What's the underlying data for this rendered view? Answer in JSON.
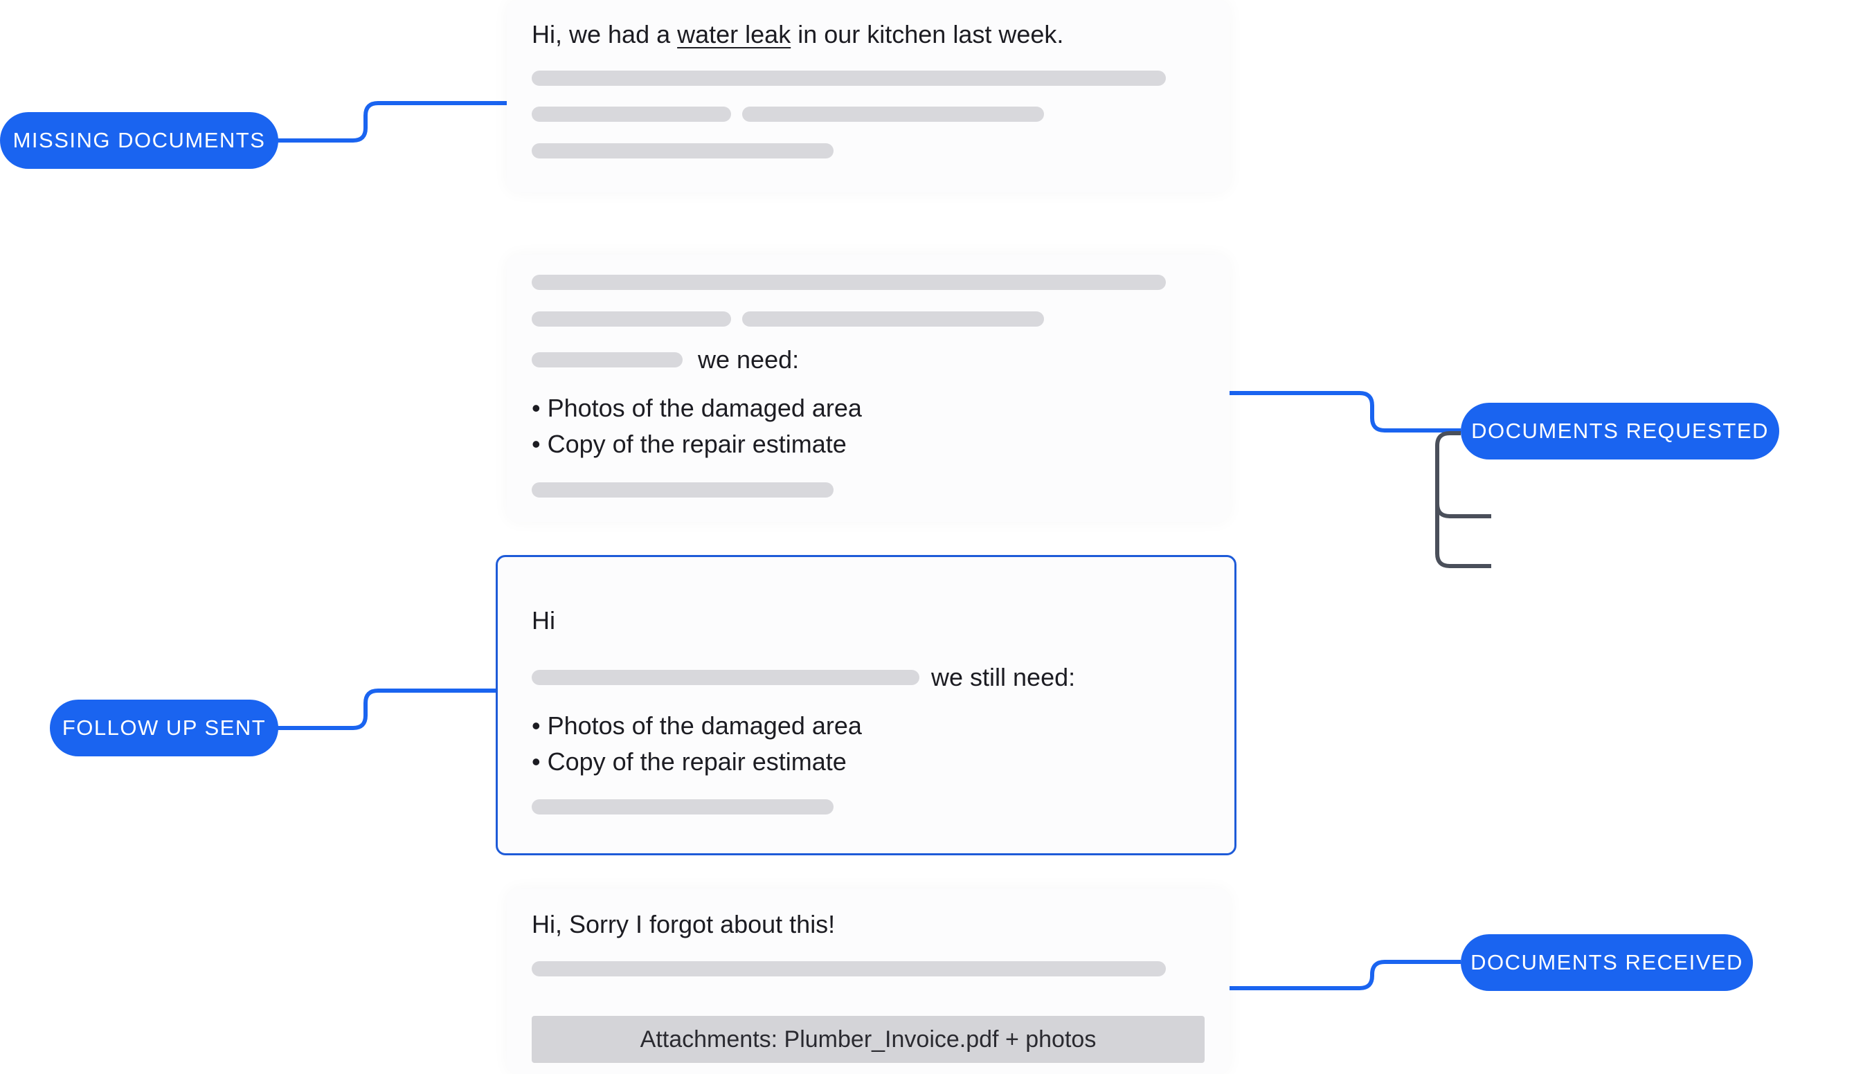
{
  "messages": {
    "m1": {
      "line_pre": "Hi, we had a ",
      "line_link": "water leak",
      "line_post": " in our kitchen last week."
    },
    "m2": {
      "need_label": "we need:",
      "bullets": [
        "• Photos of the damaged area",
        "• Copy of the repair estimate"
      ]
    },
    "m3": {
      "greeting": "Hi",
      "need_label": "we still need:",
      "bullets": [
        "• Photos of the damaged area",
        "• Copy of the repair estimate"
      ]
    },
    "m4": {
      "line": "Hi, Sorry I forgot about this!",
      "attachment": "Attachments: Plumber_Invoice.pdf + photos"
    }
  },
  "tags": {
    "missing": "MISSING DOCUMENTS",
    "requested": "DOCUMENTS REQUESTED",
    "followup": "FOLLOW UP SENT",
    "received": "DOCUMENTS RECEIVED"
  },
  "colors": {
    "accent": "#1a64f0",
    "highlight_border": "#1e5bd8",
    "bracket": "#4a4f5a",
    "placeholder": "#d8d8dc"
  }
}
